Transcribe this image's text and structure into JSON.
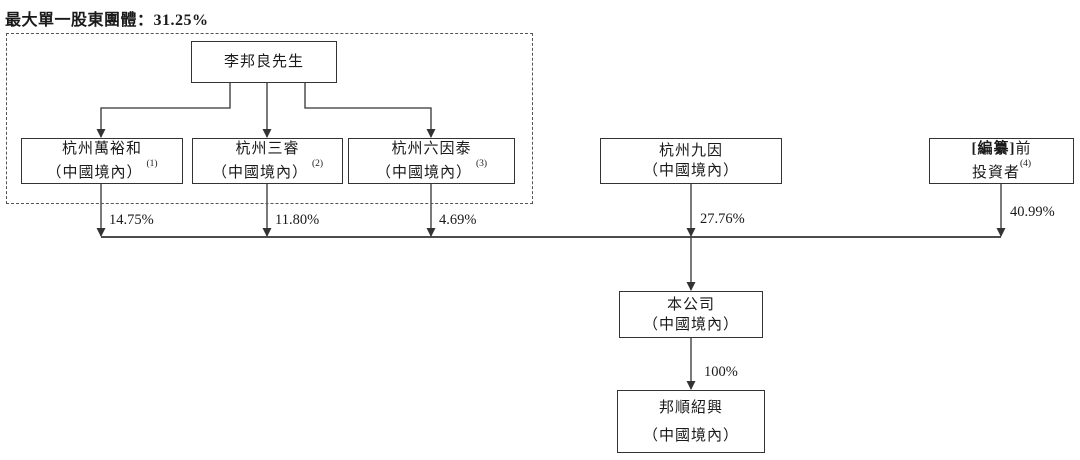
{
  "title": {
    "label": "最大單一股東團體：31.25%"
  },
  "nodes": {
    "founder": {
      "name": "李邦良先生"
    },
    "wanyuhe": {
      "name": "杭州萬裕和",
      "location": "（中國境內）",
      "note": "(1)",
      "pct": "14.75%"
    },
    "sanrui": {
      "name": "杭州三睿",
      "location": "（中國境內）",
      "note": "(2)",
      "pct": "11.80%"
    },
    "liuyintai": {
      "name": "杭州六因泰",
      "location": "（中國境內）",
      "note": "(3)",
      "pct": "4.69%"
    },
    "jiuyin": {
      "name": "杭州九因",
      "location": "（中國境內）",
      "pct": "27.76%"
    },
    "pre_investors": {
      "name_bold": "[編纂]",
      "name_rest": "前",
      "name_line2": "投資者",
      "note": "(4)",
      "pct": "40.99%"
    },
    "company": {
      "name": "本公司",
      "location": "（中國境內）",
      "pct": "100%"
    },
    "bangshun": {
      "name": "邦順紹興",
      "location": "（中國境內）"
    }
  },
  "colors": {
    "line": "#333333",
    "text": "#1a1a1a",
    "background": "#ffffff"
  }
}
